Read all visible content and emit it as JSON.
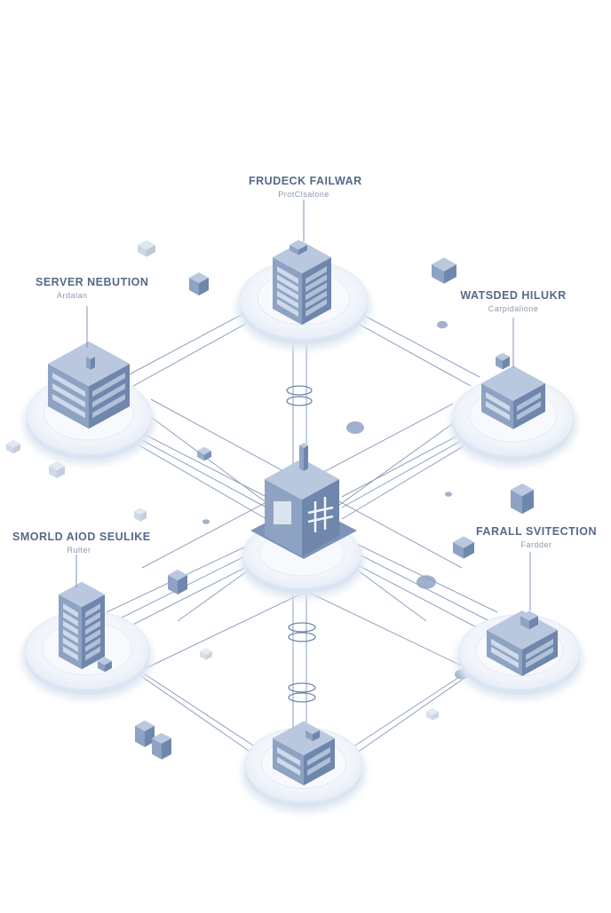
{
  "labels": {
    "top": {
      "title": "FRUDECK FAILWAR",
      "subtitle": "ProtClsalone"
    },
    "left": {
      "title": "SERVER NEBUTION",
      "subtitle": "Ardalan"
    },
    "right": {
      "title": "WATSDED HILUKR",
      "subtitle": "Carpidalione"
    },
    "lower_left": {
      "title": "SMORLD AIOD SEULIKE",
      "subtitle": "Rulter"
    },
    "lower_right": {
      "title": "FARALL SVITECTION",
      "subtitle": "Fardder"
    }
  },
  "nodes": [
    {
      "id": "top",
      "label_ref": "top",
      "kind": "rack-tower"
    },
    {
      "id": "left",
      "label_ref": "left",
      "kind": "server-block"
    },
    {
      "id": "right",
      "label_ref": "right",
      "kind": "server-low"
    },
    {
      "id": "center",
      "label_ref": "",
      "kind": "core-hub"
    },
    {
      "id": "lower-left",
      "label_ref": "lower_left",
      "kind": "rack-tower"
    },
    {
      "id": "lower-right",
      "label_ref": "lower_right",
      "kind": "server-low"
    },
    {
      "id": "bottom",
      "label_ref": "",
      "kind": "server-low"
    }
  ],
  "colors": {
    "cube_top": "#b9c8de",
    "cube_left": "#8ea3c3",
    "cube_right": "#6f86ad",
    "line": "#7489ae",
    "disc": "#eef3fa",
    "disc_edge": "#dbe4f1"
  }
}
